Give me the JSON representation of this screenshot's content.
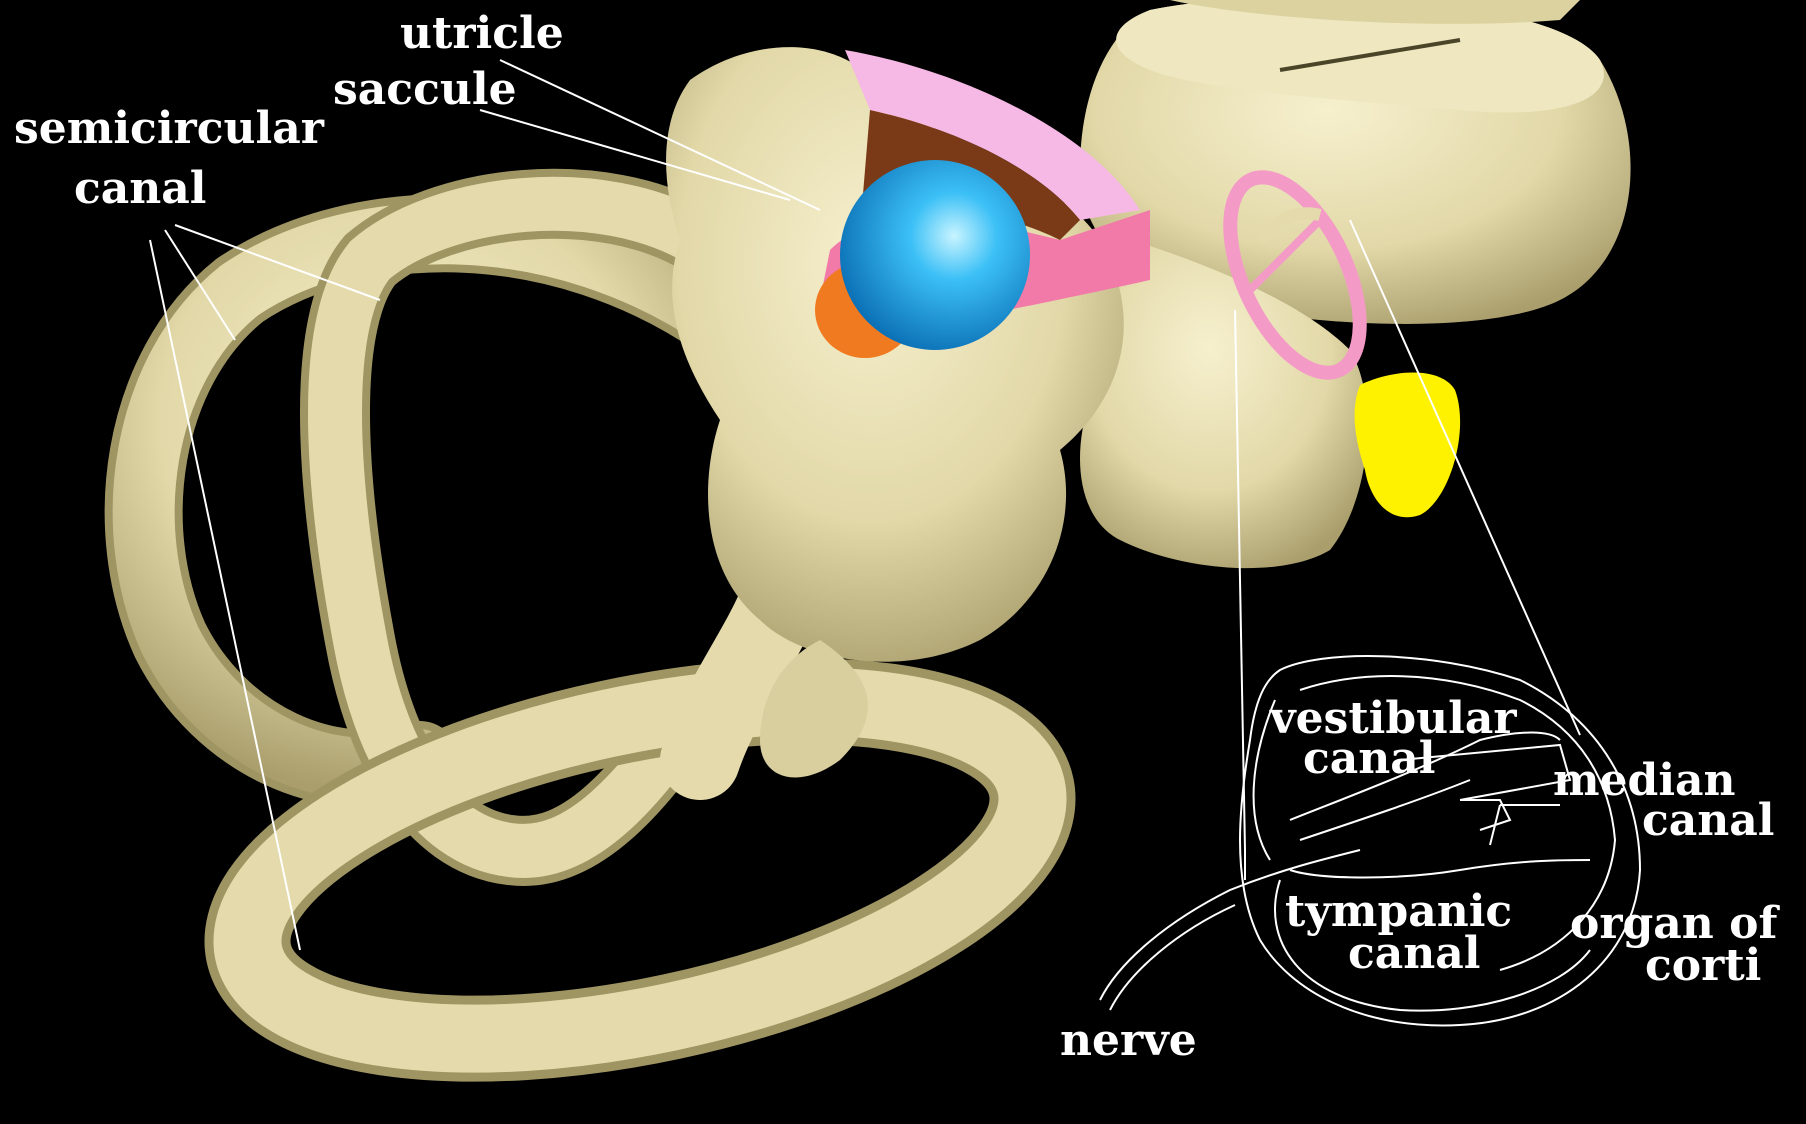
{
  "labels": {
    "utricle": "utricle",
    "saccule": "saccule",
    "semicircular_line1": "semicircular",
    "semicircular_line2": "canal",
    "vestibular_line1": "vestibular",
    "vestibular_line2": "canal",
    "median_line1": "median",
    "median_line2": "canal",
    "tympanic_line1": "tympanic",
    "tympanic_line2": "canal",
    "organ_line1": "organ of",
    "organ_line2": "corti",
    "nerve": "nerve"
  },
  "colors": {
    "background": "#000000",
    "bone": "#E6DDB0",
    "bone_shade": "#B8AE7E",
    "utricle_sphere": "#1EA8F0",
    "membrane_pink": "#F6B8E4",
    "membrane_rose": "#F27AA8",
    "cavity_brown": "#7A3A18",
    "orange": "#F07A20",
    "yellow": "#FFF200",
    "label_text": "#FFFFFF",
    "leader_line": "#FFFFFF"
  }
}
